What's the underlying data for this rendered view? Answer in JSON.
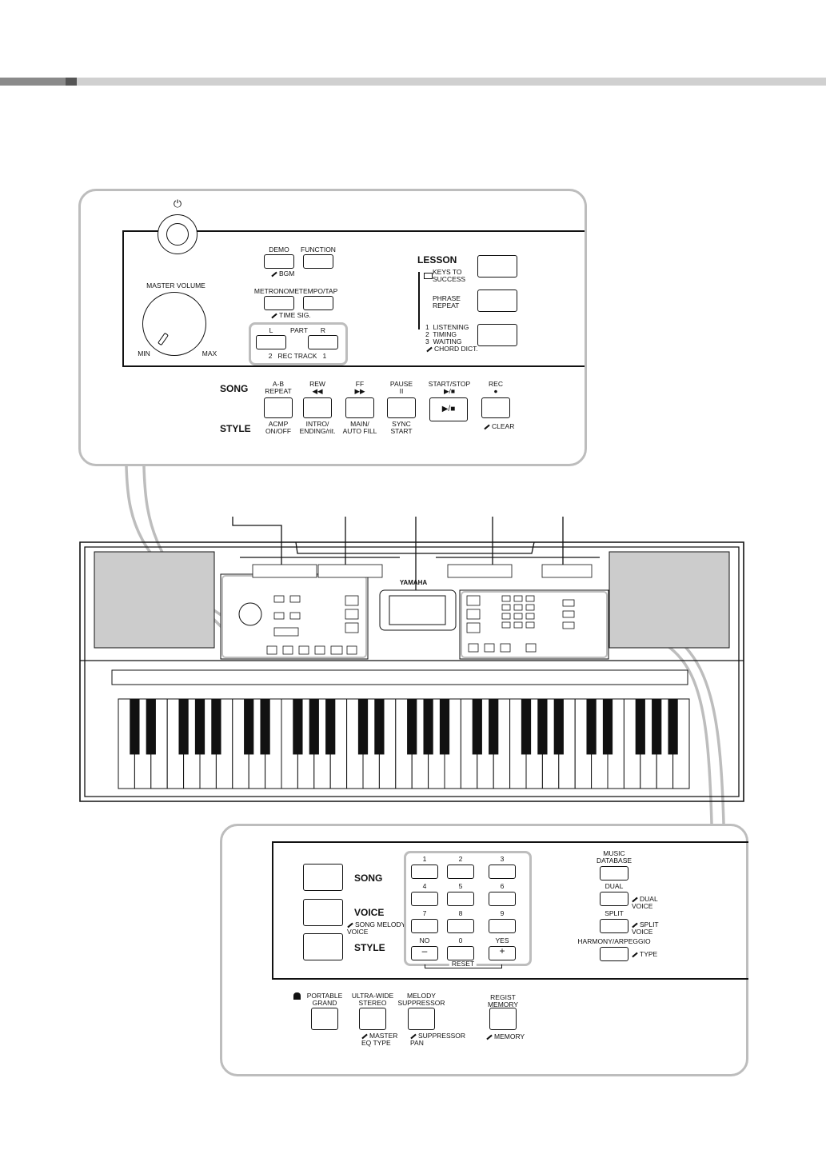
{
  "left_panel": {
    "power_icon": "⏻",
    "demo": "DEMO",
    "function": "FUNCTION",
    "bgm": "BGM",
    "master_volume": "MASTER VOLUME",
    "min": "MIN",
    "max": "MAX",
    "metronome": "METRONOME",
    "tempo_tap": "TEMPO/TAP",
    "time_sig": "TIME SIG.",
    "part_l": "L",
    "part": "PART",
    "part_r": "R",
    "rec_track": "2   REC TRACK   1",
    "lesson": "LESSON",
    "keys_to_success": "KEYS TO\nSUCCESS",
    "phrase_repeat": "PHRASE\nREPEAT",
    "lesson_modes": "1  LISTENING\n2  TIMING\n3  WAITING",
    "chord_dict": "CHORD DICT.",
    "song": "SONG",
    "style": "STYLE",
    "ab_repeat": "A-B\nREPEAT",
    "rew": "REW\n◀◀",
    "ff": "FF\n▶▶",
    "pause": "PAUSE\nII",
    "start_stop": "START/STOP\n▶/■",
    "rec": "REC\n●",
    "start_stop_btn": "▶/■",
    "acmp": "ACMP\nON/OFF",
    "intro_ending": "INTRO/\nENDING/rit.",
    "main_autofill": "MAIN/\nAUTO FILL",
    "sync_start": "SYNC\nSTART",
    "clear": "CLEAR"
  },
  "keyboard": {
    "brand": "YAMAHA"
  },
  "right_panel": {
    "song": "SONG",
    "voice": "VOICE",
    "style": "STYLE",
    "song_melody_voice": "SONG MELODY\nVOICE",
    "numbers": [
      "1",
      "2",
      "3",
      "4",
      "5",
      "6",
      "7",
      "8",
      "9"
    ],
    "no": "NO",
    "zero": "0",
    "yes": "YES",
    "minus": "–",
    "plus": "+",
    "reset": "RESET",
    "music_database": "MUSIC\nDATABASE",
    "dual": "DUAL",
    "dual_voice": "DUAL\nVOICE",
    "split": "SPLIT",
    "split_voice": "SPLIT\nVOICE",
    "harmony_arpeggio": "HARMONY/ARPEGGIO",
    "type": "TYPE",
    "portable_grand": "PORTABLE\nGRAND",
    "ultra_wide_stereo": "ULTRA-WIDE\nSTEREO",
    "melody_suppressor": "MELODY\nSUPPRESSOR",
    "regist_memory": "REGIST\nMEMORY",
    "master_eq_type": "MASTER\nEQ TYPE",
    "suppressor_pan": "SUPPRESSOR\nPAN",
    "memory": "MEMORY"
  }
}
